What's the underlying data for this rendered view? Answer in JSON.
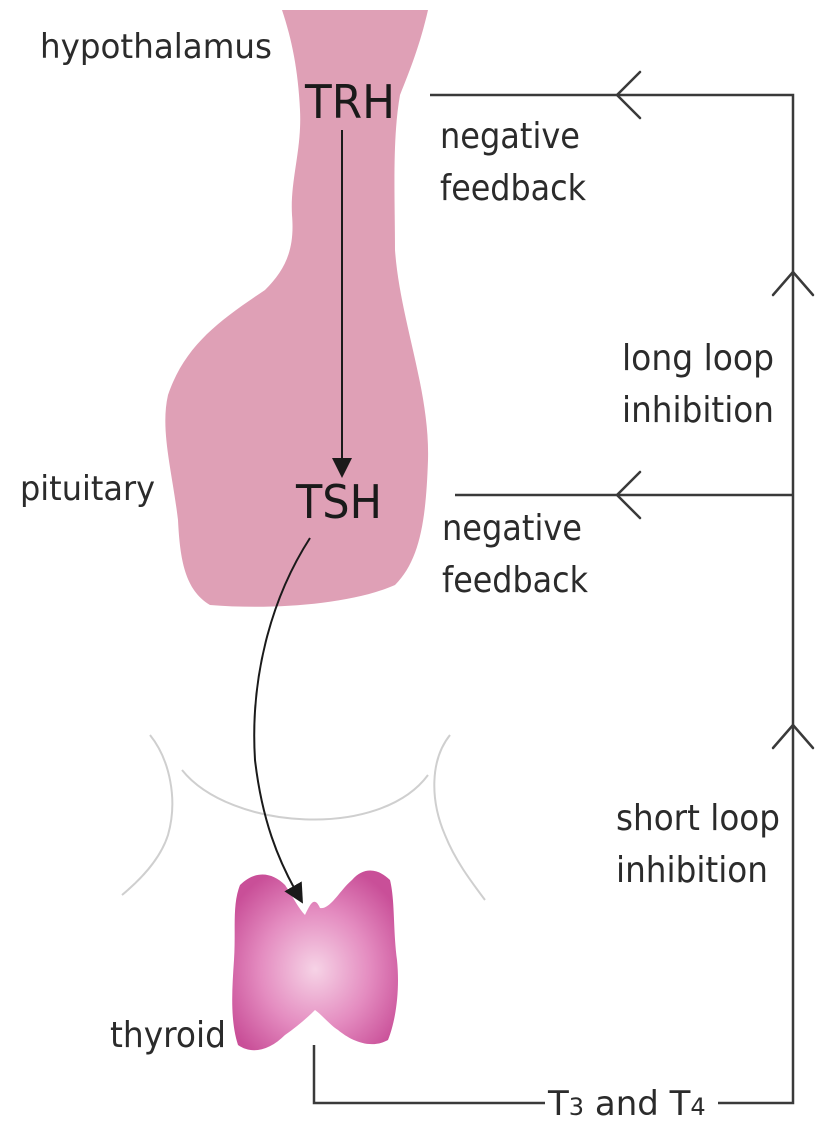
{
  "labels": {
    "hypothalamus": "hypothalamus",
    "pituitary": "pituitary",
    "thyroid": "thyroid",
    "trh": "TRH",
    "tsh": "TSH",
    "feedback_top_line1": "negative",
    "feedback_top_line2": "feedback",
    "feedback_mid_line1": "negative",
    "feedback_mid_line2": "feedback",
    "long_loop_line1": "long loop",
    "long_loop_line2": "inhibition",
    "short_loop_line1": "short loop",
    "short_loop_line2": "inhibition",
    "t3_prefix": "T",
    "t3_subscript": "3",
    "t3_middle": " and T",
    "t4_subscript": "4"
  },
  "colors": {
    "gland_fill": "#dfa0b6",
    "thyroid_fill": "#d66aa8",
    "thyroid_highlight": "#f2c4dd",
    "line": "#3a3a3a",
    "neck_outline": "#cfcfcf"
  }
}
